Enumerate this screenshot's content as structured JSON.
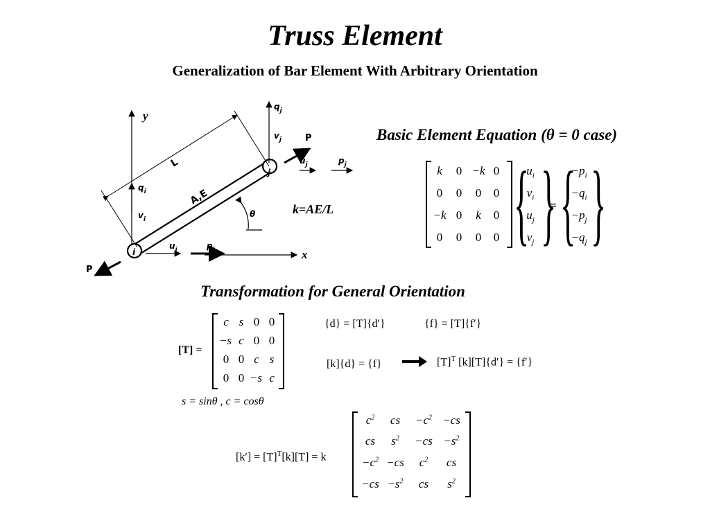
{
  "title": "Truss Element",
  "subtitle": "Generalization of Bar Element With Arbitrary Orientation",
  "figure": {
    "y_axis": "y",
    "x_axis": "x",
    "length": "L",
    "props": "A,E",
    "theta": "θ",
    "node_i": "i",
    "node_j": "j",
    "q_j": "q",
    "q_j_sub": "j",
    "v_j": "v",
    "v_j_sub": "j",
    "u_j": "u",
    "u_j_sub": "j",
    "p_j": "p",
    "p_j_sub": "j",
    "q_i": "q",
    "q_i_sub": "i",
    "v_i": "v",
    "v_i_sub": "i",
    "u_i": "u",
    "u_i_sub": "i",
    "p_i": "p",
    "p_i_sub": "i",
    "P_top": "P",
    "P_bottom": "P"
  },
  "stiffness_label": "k=AE/L",
  "basic_eq": {
    "heading_prefix": "Basic Element Equation (",
    "heading_theta": "θ",
    "heading_suffix": " = 0 case)",
    "k_matrix": [
      [
        "k",
        "0",
        "−k",
        "0"
      ],
      [
        "0",
        "0",
        "0",
        "0"
      ],
      [
        "−k",
        "0",
        "k",
        "0"
      ],
      [
        "0",
        "0",
        "0",
        "0"
      ]
    ],
    "d_vector": [
      "u",
      "v",
      "u",
      "v"
    ],
    "d_sub": [
      "i",
      "i",
      "j",
      "j"
    ],
    "equals": "=",
    "f_vector": [
      "−p",
      "−q",
      "−p",
      "−q"
    ],
    "f_sub": [
      "i",
      "i",
      "j",
      "j"
    ]
  },
  "transform": {
    "heading": "Transformation for General Orientation",
    "T_label": "[T]  =",
    "T_matrix": [
      [
        "c",
        "s",
        "0",
        "0"
      ],
      [
        "−s",
        "c",
        "0",
        "0"
      ],
      [
        "0",
        "0",
        "c",
        "s"
      ],
      [
        "0",
        "0",
        "−s",
        "c"
      ]
    ],
    "eq1": "{d} = [T]{d′}",
    "eq2": "{f} = [T]{f′}",
    "eq3": "[k]{d} = {f}",
    "eq4_a": "[T]",
    "eq4_sup": "T",
    "eq4_b": " [k][T]{d′} = {f′}",
    "sc_def": "s = sinθ , c = cosθ"
  },
  "kprime": {
    "lhs_a": "[k′] = [T]",
    "lhs_sup": "T",
    "lhs_b": "[k][T] = k",
    "matrix": [
      [
        [
          "c",
          "2"
        ],
        [
          "cs",
          ""
        ],
        [
          "−c",
          "2"
        ],
        [
          "−cs",
          ""
        ]
      ],
      [
        [
          "cs",
          ""
        ],
        [
          "s",
          "2"
        ],
        [
          "−cs",
          ""
        ],
        [
          "−s",
          "2"
        ]
      ],
      [
        [
          "−c",
          "2"
        ],
        [
          "−cs",
          ""
        ],
        [
          "c",
          "2"
        ],
        [
          "cs",
          ""
        ]
      ],
      [
        [
          "−cs",
          ""
        ],
        [
          "−s",
          "2"
        ],
        [
          "cs",
          ""
        ],
        [
          "s",
          "2"
        ]
      ]
    ]
  }
}
